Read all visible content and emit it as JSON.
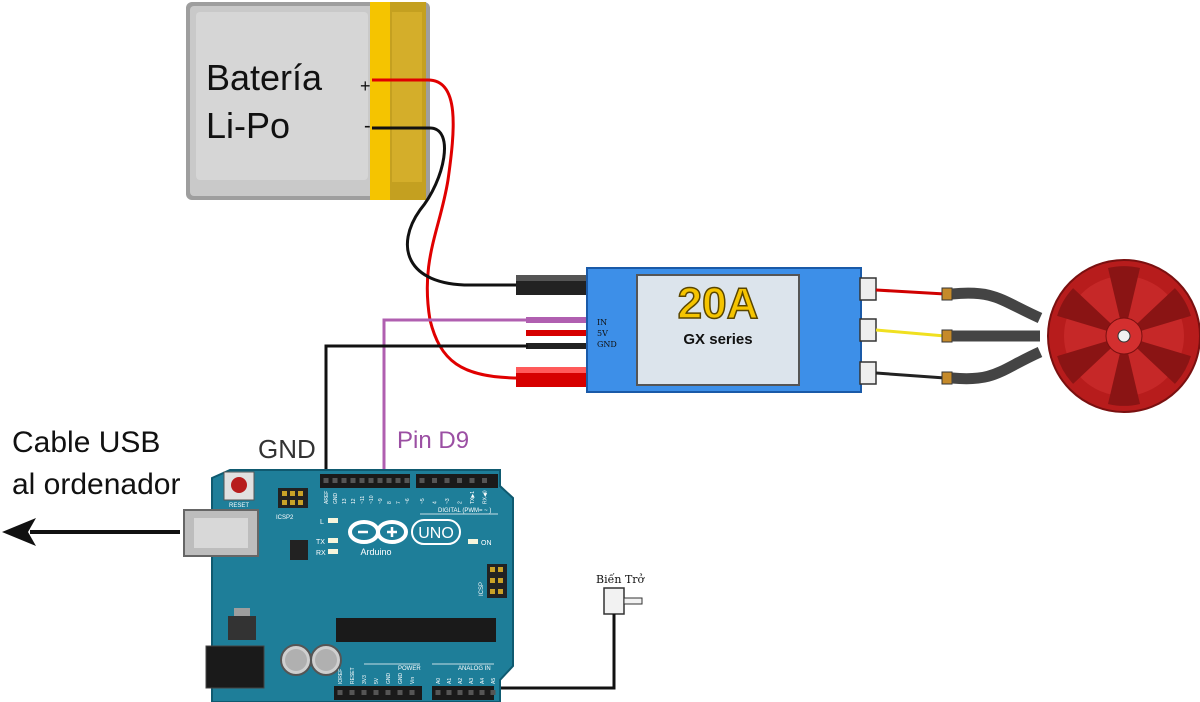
{
  "battery": {
    "line1": "Batería",
    "line2": "Li-Po",
    "plus": "+",
    "minus": "-"
  },
  "esc": {
    "rating": "20A",
    "series": "GX series",
    "pin_in": "IN",
    "pin_5v": "5V",
    "pin_gnd": "GND"
  },
  "labels": {
    "usb_line1": "Cable USB",
    "usb_line2": "al ordenador",
    "gnd": "GND",
    "pin_d9": "Pin D9",
    "potentiometer": "Biến Trở"
  },
  "arduino": {
    "reset": "RESET",
    "icsp2": "ICSP2",
    "l": "L",
    "tx": "TX",
    "rx": "RX",
    "on": "ON",
    "icsp": "ICSP",
    "uno": "UNO",
    "brand": "Arduino",
    "digital": "DIGITAL (PWM= ~ )",
    "power": "POWER",
    "analog_in": "ANALOG IN",
    "top_pins": [
      "AREF",
      "GND",
      "13",
      "12",
      "~11",
      "~10",
      "~9",
      "8",
      "7",
      "~6",
      "~5",
      "4",
      "~3",
      "2",
      "TX▶1",
      "RX◀0"
    ],
    "power_pins": [
      "IOREF",
      "RESET",
      "3V3",
      "5V",
      "GND",
      "GND",
      "Vin"
    ],
    "analog_pins": [
      "A0",
      "A1",
      "A2",
      "A3",
      "A4",
      "A5"
    ]
  },
  "colors": {
    "battery_body": "#c9c9c9",
    "battery_band": "#f5c400",
    "esc_body": "#3d8fe8",
    "esc_label": "#f5c400",
    "arduino_board": "#1e7e99",
    "motor": "#b71c1c",
    "wire_red": "#e00000",
    "wire_black": "#111111",
    "wire_purple": "#b05fb0",
    "wire_yellow": "#f0e020",
    "pin_d9_text": "#9b4fa3"
  }
}
